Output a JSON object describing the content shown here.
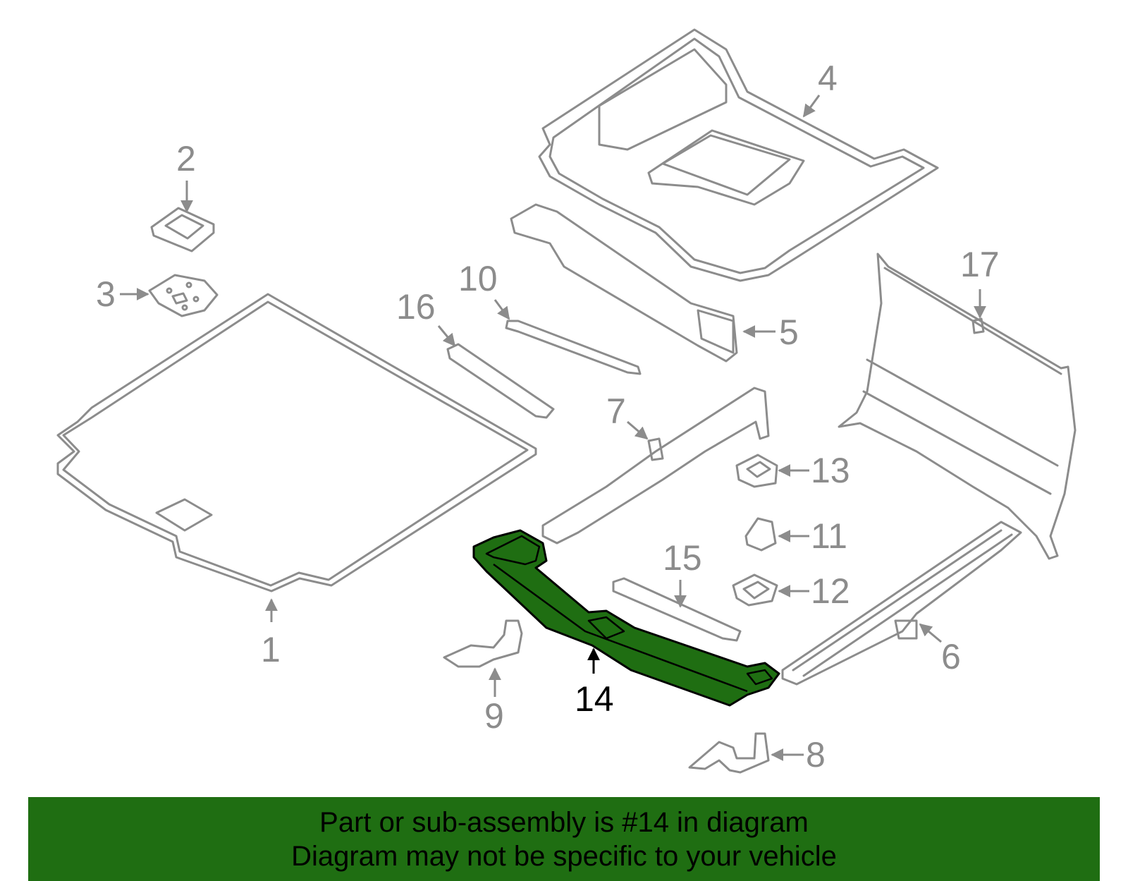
{
  "callouts": {
    "c1": "1",
    "c2": "2",
    "c3": "3",
    "c4": "4",
    "c5": "5",
    "c6": "6",
    "c7": "7",
    "c8": "8",
    "c9": "9",
    "c10": "10",
    "c11": "11",
    "c12": "12",
    "c13": "13",
    "c14": "14",
    "c15": "15",
    "c16": "16",
    "c17": "17"
  },
  "highlighted_part": "14",
  "colors": {
    "highlight": "#1f6e12",
    "outline": "#8c8c8c",
    "text": "#000000"
  },
  "banner": {
    "line1": "Part or sub-assembly is #14 in diagram",
    "line2": "Diagram may not be specific to your vehicle"
  }
}
